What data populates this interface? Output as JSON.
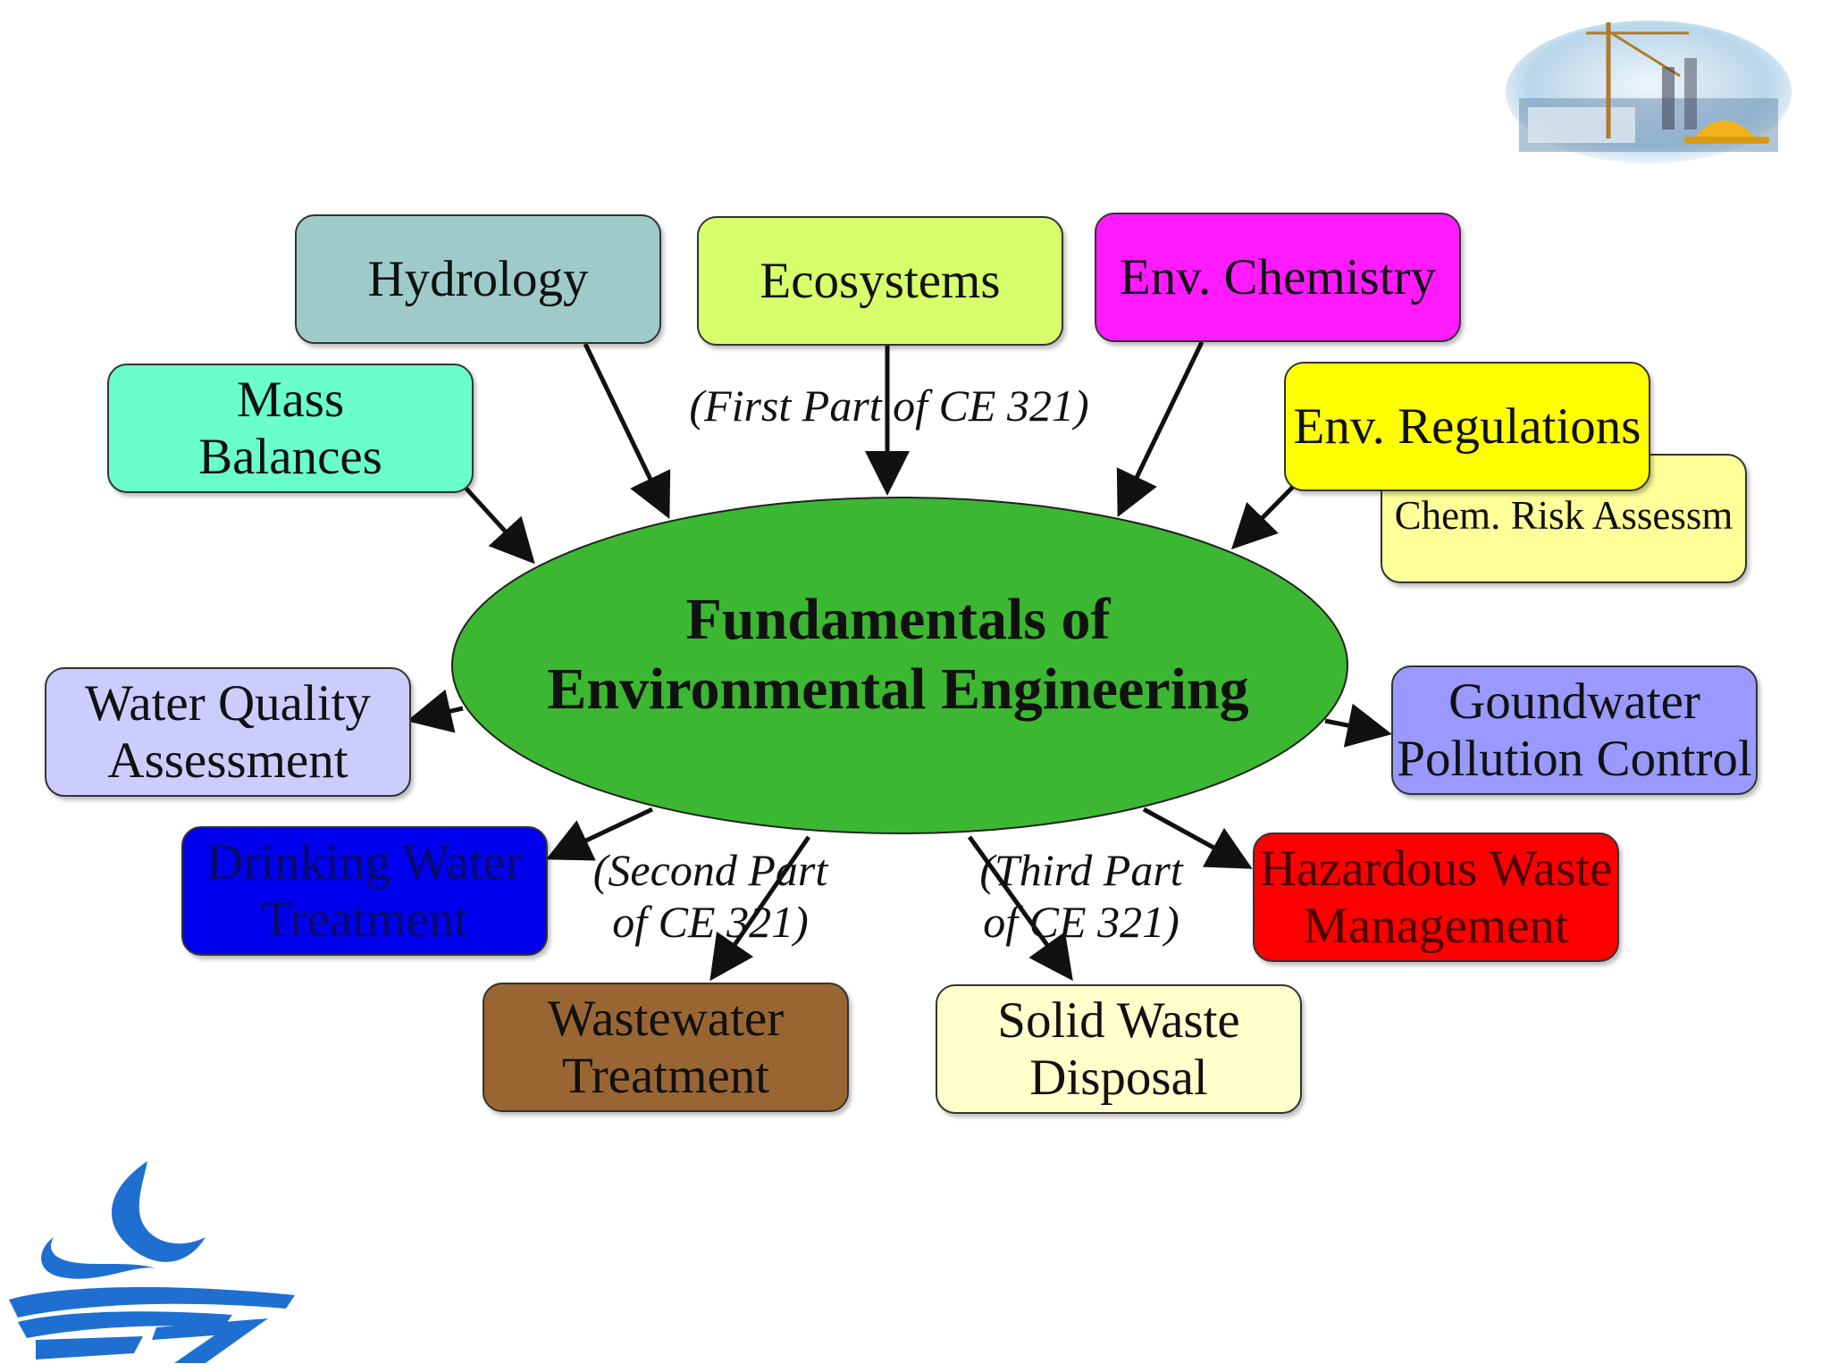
{
  "center": {
    "label": "Fundamentals of\nEnvironmental Engineering",
    "color": "#3cb731"
  },
  "notes": {
    "first": "(First Part of CE 321)",
    "second": "(Second Part\nof CE 321)",
    "third": "(Third Part\nof CE 321)"
  },
  "inputs": {
    "hydrology": {
      "label": "Hydrology",
      "color": "#9ecbc9"
    },
    "ecosystems": {
      "label": "Ecosystems",
      "color": "#d6ff6b"
    },
    "env_chemistry": {
      "label": "Env. Chemistry",
      "color": "#ff1aff"
    },
    "mass_balances": {
      "label": "Mass\nBalances",
      "color": "#69ffcc"
    },
    "env_regulations": {
      "label": "Env. Regulations",
      "color": "#ffff00"
    },
    "chem_risk": {
      "label": "Chem. Risk Assessm",
      "color": "#ffff99"
    }
  },
  "outputs": {
    "water_quality": {
      "label": "Water Quality\nAssessment",
      "color": "#ccccff"
    },
    "groundwater": {
      "label": "Goundwater\nPollution Control",
      "color": "#9999ff"
    },
    "drinking_water": {
      "label": "Drinking Water\nTreatment",
      "color": "#0000ee"
    },
    "hazardous_waste": {
      "label": "Hazardous Waste\nManagement",
      "color": "#ff0000"
    },
    "wastewater": {
      "label": "Wastewater\nTreatment",
      "color": "#996633"
    },
    "solid_waste": {
      "label": "Solid Waste\nDisposal",
      "color": "#ffffcc"
    }
  },
  "decor": {
    "construction_image": "construction-site-icon",
    "logo": "university-logo-icon"
  }
}
